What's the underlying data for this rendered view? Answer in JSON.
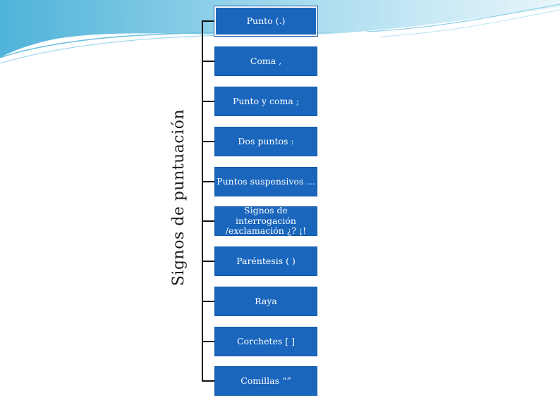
{
  "diagram": {
    "root_label": "Signos de puntuación",
    "items": [
      "Punto (.)",
      "Coma ,",
      "Punto y coma ;",
      "Dos puntos :",
      "Puntos suspensivos …",
      "Signos de interrogación /exclamación ¿? ¡!",
      "Paréntesis ( )",
      "Raya",
      "Corchetes [ ]",
      "Comillas “”"
    ]
  },
  "colors": {
    "node_fill": "#1a66bd",
    "node_text": "#ffffff",
    "connector": "#111111",
    "decor_wave": "#4fb3d9"
  }
}
